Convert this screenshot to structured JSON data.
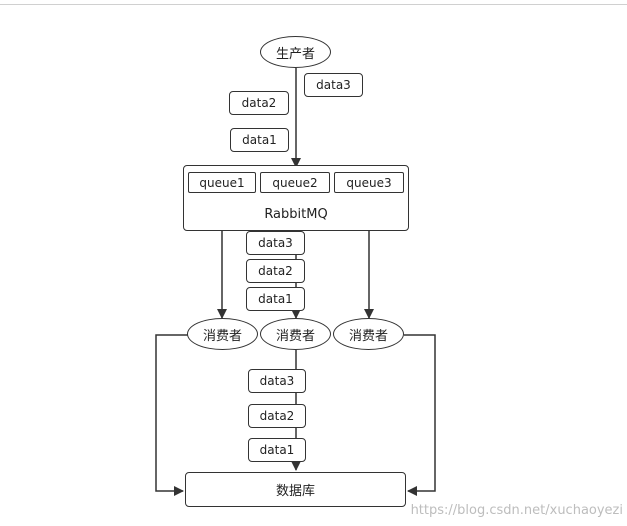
{
  "producer": {
    "label": "生产者"
  },
  "producer_messages": [
    "data3",
    "data2",
    "data1"
  ],
  "broker": {
    "label": "RabbitMQ",
    "queues": [
      "queue1",
      "queue2",
      "queue3"
    ]
  },
  "queue2_messages": [
    "data3",
    "data2",
    "data1"
  ],
  "consumers": [
    "消费者",
    "消费者",
    "消费者"
  ],
  "consumer2_messages": [
    "data3",
    "data2",
    "data1"
  ],
  "database": {
    "label": "数据库"
  },
  "watermark": "https://blog.csdn.net/xuchaoyezi"
}
